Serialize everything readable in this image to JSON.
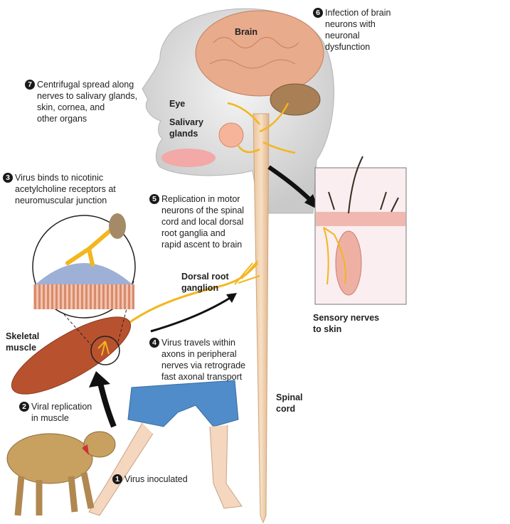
{
  "labels": {
    "brain": "Brain",
    "eye": "Eye",
    "salivary": [
      "Salivary",
      "glands"
    ],
    "dorsal_root": [
      "Dorsal root",
      "ganglion"
    ],
    "sensory": [
      "Sensory nerves",
      "to skin"
    ],
    "skeletal": [
      "Skeletal",
      "muscle"
    ],
    "spinal": [
      "Spinal",
      "cord"
    ]
  },
  "steps": [
    {
      "number": "1",
      "lines": [
        "Virus inoculated"
      ]
    },
    {
      "number": "2",
      "lines": [
        "Viral replication",
        "in muscle"
      ]
    },
    {
      "number": "3",
      "lines": [
        "Virus binds to nicotinic",
        "acetylcholine receptors at",
        "neuromuscular junction"
      ]
    },
    {
      "number": "4",
      "lines": [
        "Virus travels within",
        "axons in peripheral",
        "nerves via retrograde",
        "fast axonal transport"
      ]
    },
    {
      "number": "5",
      "lines": [
        "Replication in motor",
        "neurons of the spinal",
        "cord and local dorsal",
        "root ganglia and",
        "rapid ascent to brain"
      ]
    },
    {
      "number": "6",
      "lines": [
        "Infection of brain",
        "neurons with",
        "neuronal",
        "dysfunction"
      ]
    },
    {
      "number": "7",
      "lines": [
        "Centrifugal spread along",
        "nerves to salivary glands,",
        "skin, cornea, and",
        "other organs"
      ]
    }
  ],
  "colors": {
    "nerve": "#f2b61e",
    "brain": "#e8ab8c",
    "spinal": "#f0d2b2",
    "shorts": "#4f8cc9",
    "muscle": "#b8522e"
  }
}
